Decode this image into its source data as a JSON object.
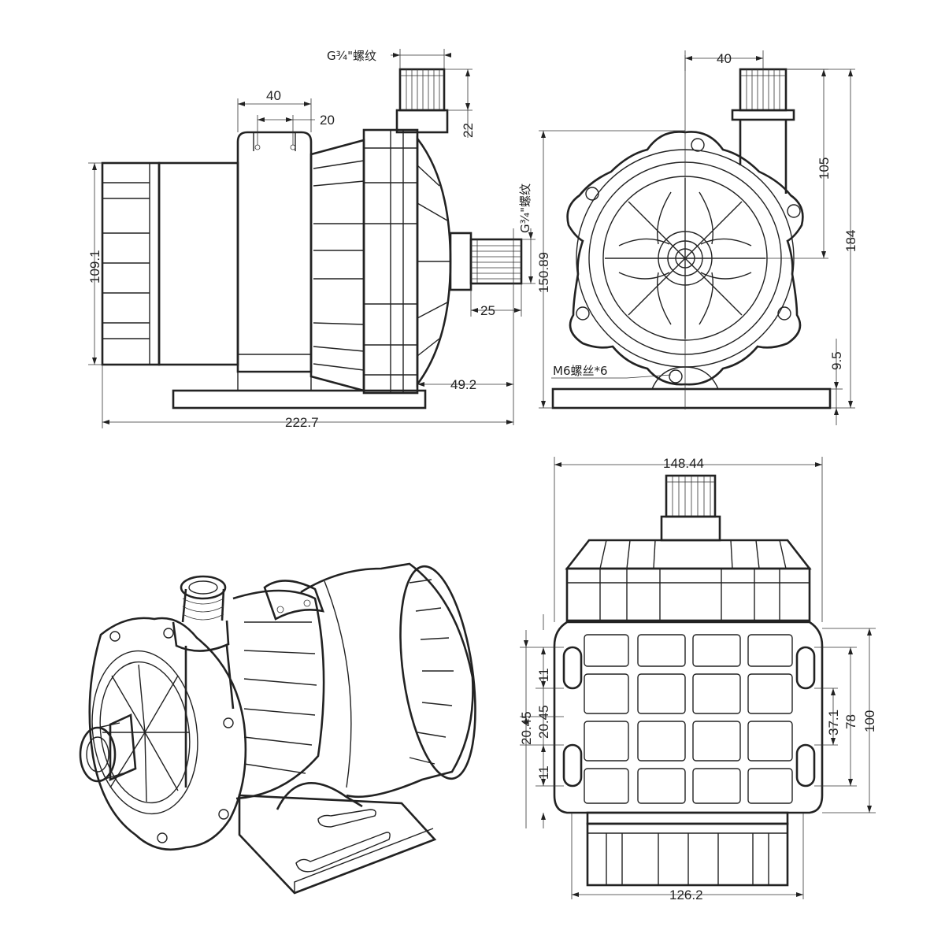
{
  "side_view": {
    "thread_label_top": "G¾\"螺纹",
    "thread_label_side": "G¾\"螺纹",
    "dim_mount_width": "40",
    "dim_mount_slot": "20",
    "dim_outlet_height": "22",
    "dim_inlet_length": "25",
    "dim_motor_diameter": "109.1",
    "dim_head_depth": "49.2",
    "dim_total_length": "222.7"
  },
  "front_view": {
    "dim_outlet_offset": "40",
    "dim_outlet_to_center": "105",
    "dim_total_height": "184",
    "dim_center_height": "150.89",
    "dim_base_thickness": "9.5",
    "bolt_label": "M6螺丝*6"
  },
  "bottom_view": {
    "dim_head_width": "148.44",
    "dim_motor_width": "126.2",
    "dim_slot_length_top": "11",
    "dim_slot_gap_left_1": "20.45",
    "dim_slot_gap_left_2": "20.45",
    "dim_slot_length_bottom": "11",
    "dim_slot_spacing": "37.1",
    "dim_slot_outer": "78",
    "dim_base_length": "100"
  }
}
